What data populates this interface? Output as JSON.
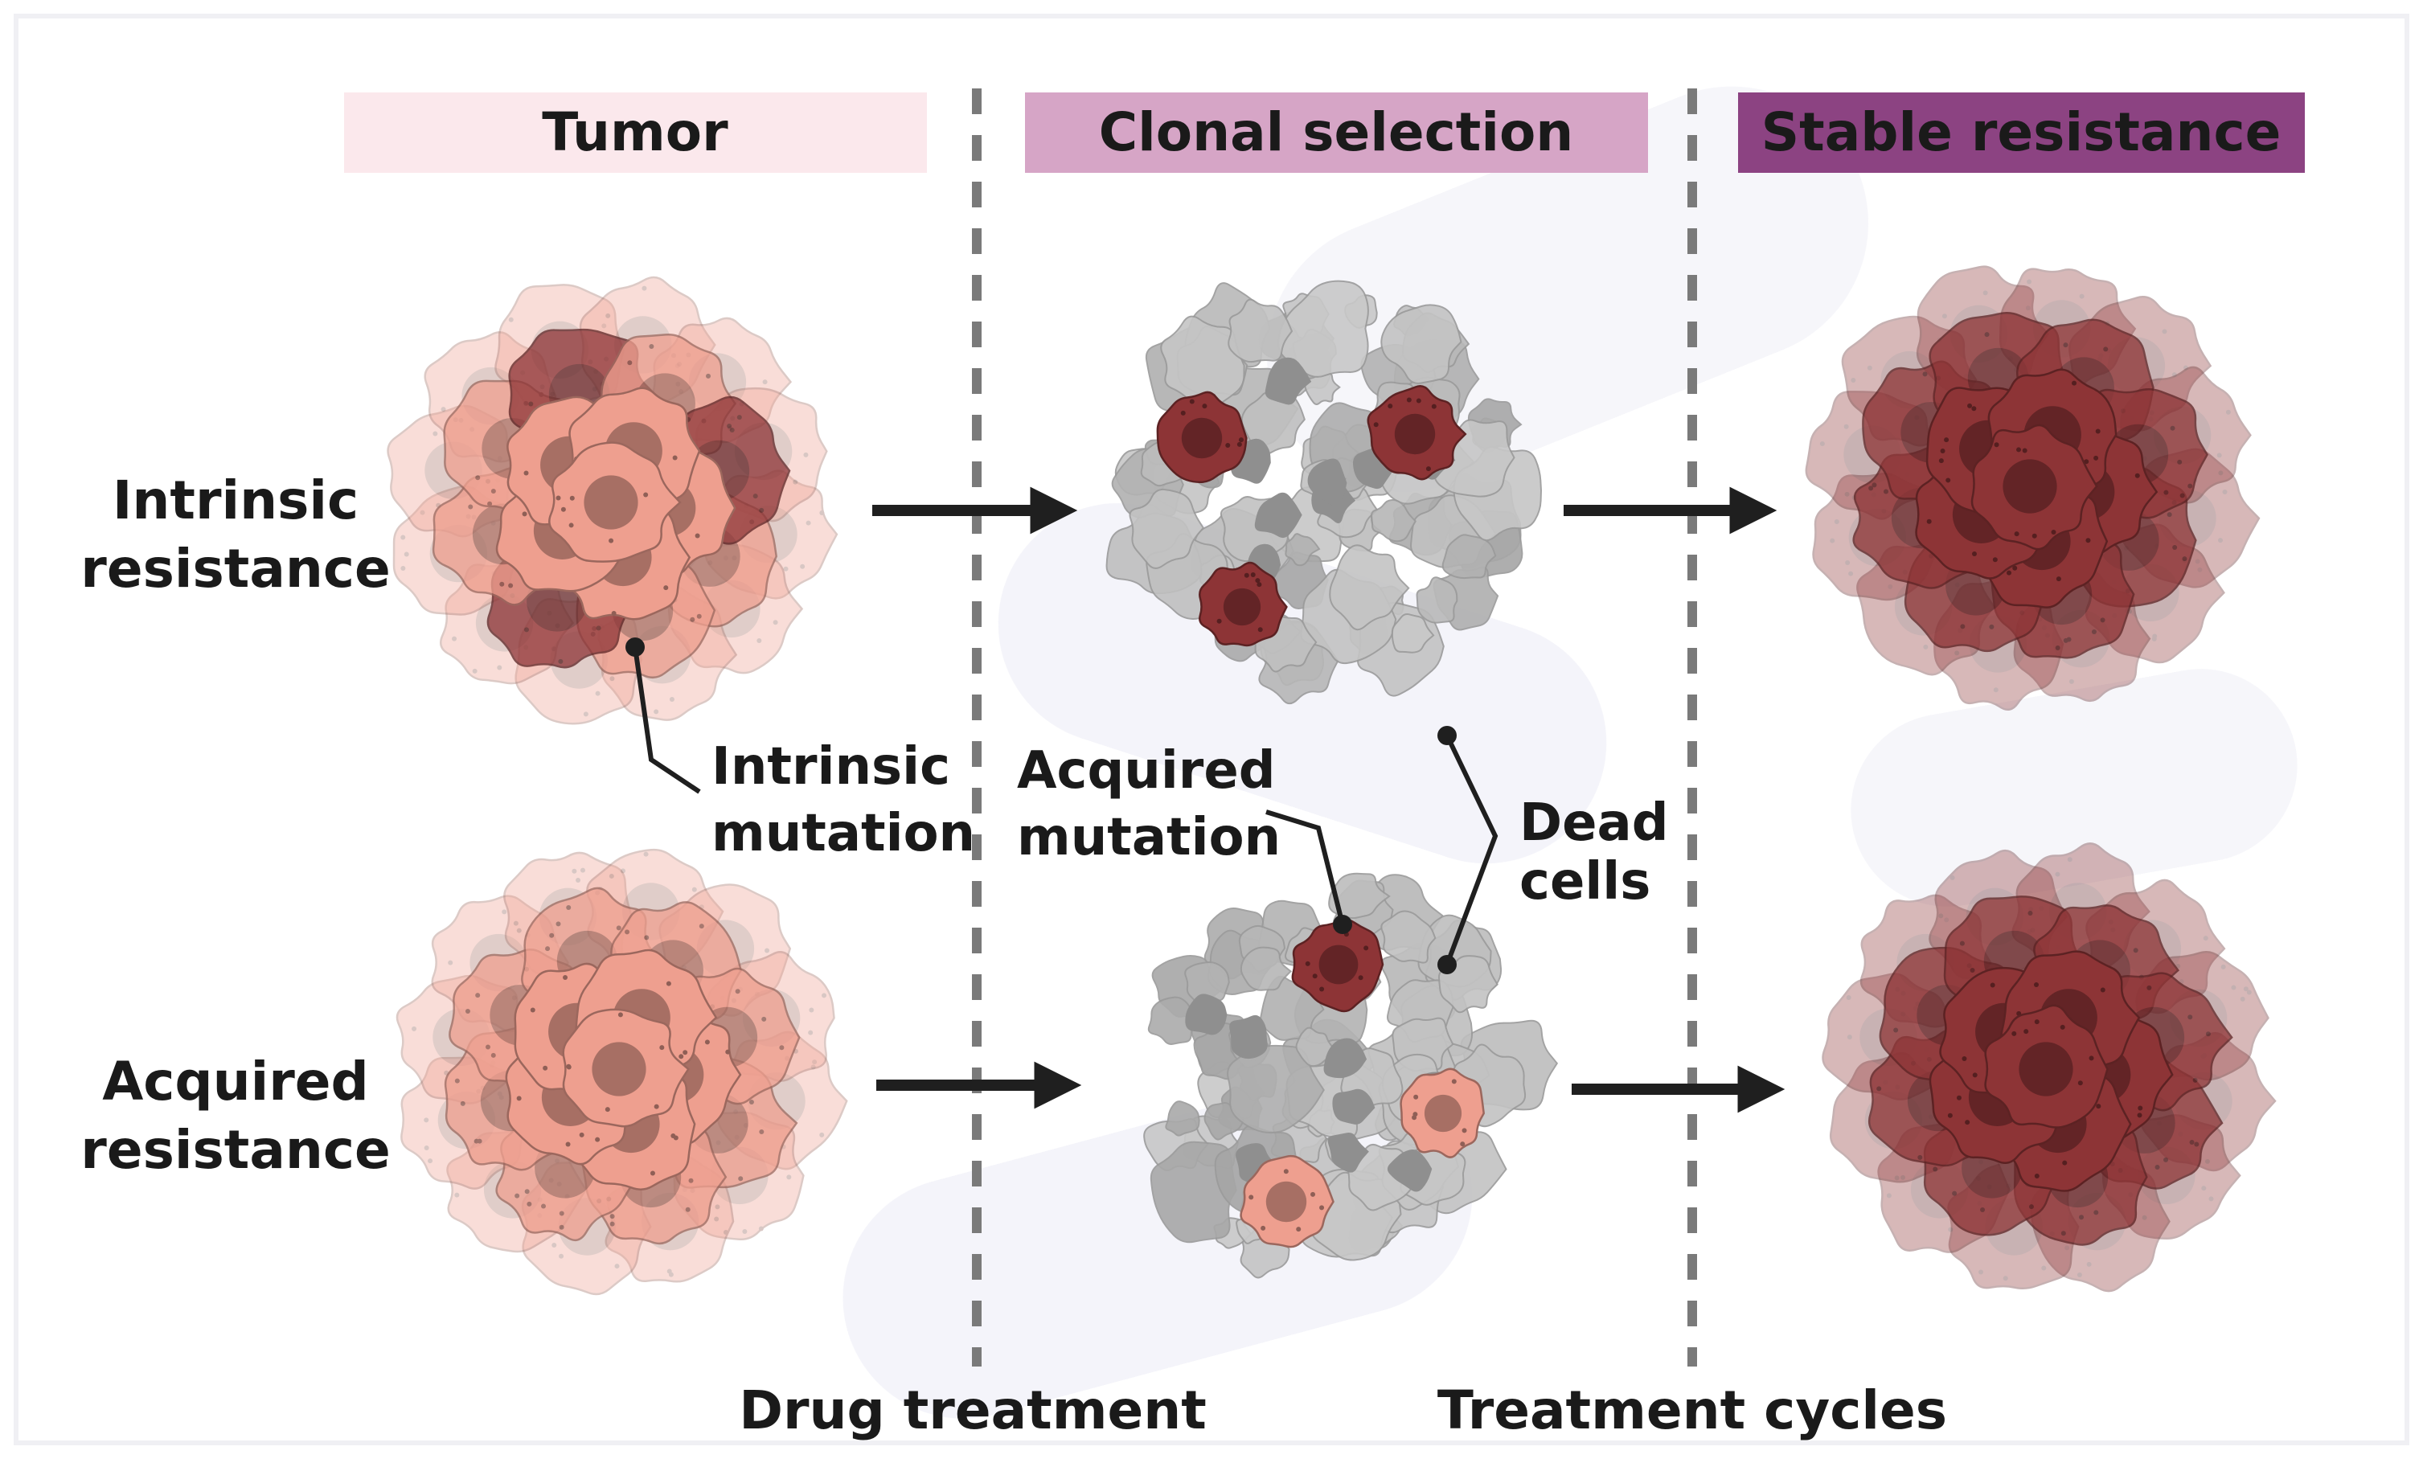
{
  "headers": {
    "tumor": "Tumor",
    "clonal_selection": "Clonal selection",
    "stable_resistance": "Stable resistance"
  },
  "rows": {
    "intrinsic_line1": "Intrinsic",
    "intrinsic_line2": "resistance",
    "acquired_line1": "Acquired",
    "acquired_line2": "resistance"
  },
  "callouts": {
    "intrinsic_mutation_line1": "Intrinsic",
    "intrinsic_mutation_line2": "mutation",
    "acquired_mutation_line1": "Acquired",
    "acquired_mutation_line2": "mutation",
    "dead_cells_line1": "Dead",
    "dead_cells_line2": "cells"
  },
  "footer": {
    "drug_treatment": "Drug treatment",
    "treatment_cycles": "Treatment cycles"
  },
  "colors": {
    "header_tumor": "#fbe8ec",
    "header_clonal": "#d6a5c6",
    "header_stable": "#8c4382",
    "healthy_cell": "#ee9f8f",
    "resistant_cell": "#8d3436",
    "dead_cell": "#bfbfbf"
  }
}
